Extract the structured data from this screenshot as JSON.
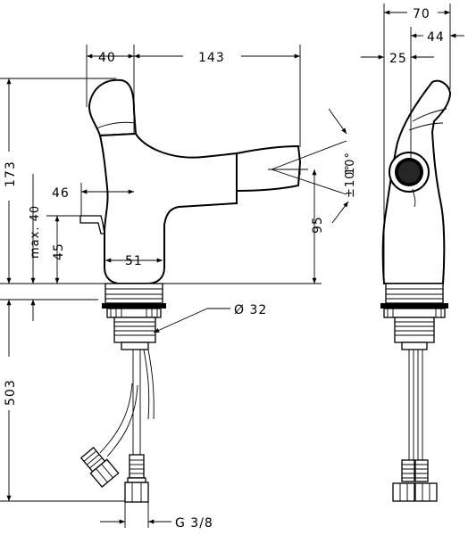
{
  "dimensions": {
    "width_total": "70",
    "width_right": "44",
    "offset_25": "25",
    "lever_40": "40",
    "spout_143": "143",
    "height_173": "173",
    "max_40": "max. 40",
    "lever_46": "46",
    "height_45": "45",
    "base_51": "51",
    "angle_10": "10°",
    "angle_pm": "±10°",
    "height_95": "95",
    "diameter_32": "Ø 32",
    "hose_503": "503",
    "thread_g38": "G 3/8"
  }
}
